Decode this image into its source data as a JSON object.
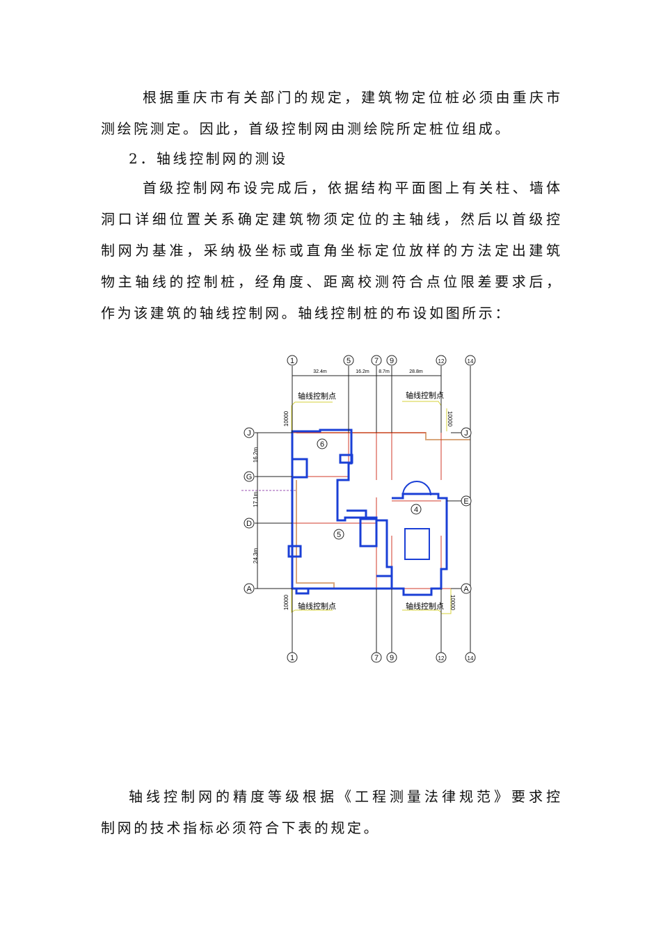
{
  "paragraph1": [
    "根据重庆市有关部门的规定，建筑物定位桩必须由重庆市",
    "测绘院测定。因此，首级控制网由测绘院所定桩位组成。"
  ],
  "heading": "2．轴线控制网的测设",
  "paragraph2": [
    "首级控制网布设完成后，依据结构平面图上有关柱、墙体",
    "洞口详细位置关系确定建筑物须定位的主轴线，然后以首级控",
    "制网为基准，采纳极坐标或直角坐标定位放样的方法定出建筑",
    "物主轴线的控制桩，经角度、距离校测符合点位限差要求后，",
    "作为该建筑的轴线控制网。轴线控制桩的布设如图所示："
  ],
  "paragraph3": [
    "轴线控制网的精度等级根据《工程测量法律规范》要求控",
    "制网的技术指标必须符合下表的规定。"
  ],
  "diagram": {
    "top_axes": [
      "1",
      "5",
      "7",
      "9",
      "12",
      "14"
    ],
    "bottom_axes": [
      "1",
      "7",
      "9",
      "12",
      "14"
    ],
    "left_axes": [
      "J",
      "G",
      "D",
      "A"
    ],
    "right_axes": [
      "J",
      "E",
      "A"
    ],
    "dimensions_top": [
      "32.4m",
      "16.2m",
      "8.7m",
      "28.8m"
    ],
    "dimensions_left": [
      "16.2m",
      "17.1m",
      "24.3m"
    ],
    "offset": "10000",
    "control_point_label": "轴线控制点",
    "buildings": [
      "6",
      "5",
      "4"
    ],
    "colors": {
      "wall": "#1a3fd6",
      "axis": "#222222",
      "red": "#d23a2a",
      "tan": "#d9a77c",
      "yellow": "#d6d23a",
      "purple": "#9a4fb0"
    }
  }
}
